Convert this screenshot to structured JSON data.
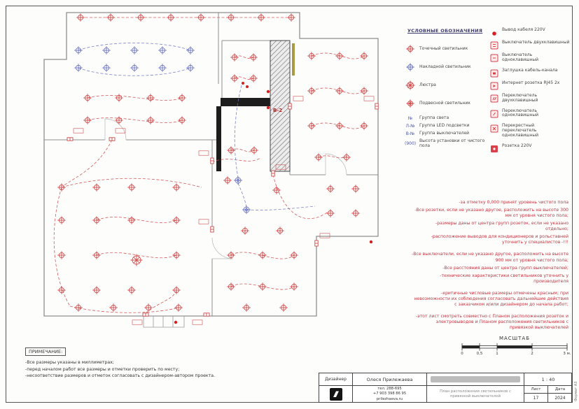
{
  "legend": {
    "title": "УСЛОВНЫЕ ОБОЗНАЧЕНИЯ",
    "left_items": [
      {
        "label": "Точечный светильник"
      },
      {
        "label": "Накладной светильник"
      },
      {
        "label": "Люстра"
      },
      {
        "label": "Подвесной светильник"
      },
      {
        "prefix": "№",
        "label": "Группа света"
      },
      {
        "prefix": "Л-№",
        "label": "Группа LED подсветки"
      },
      {
        "prefix": "В-№",
        "label": "Группа выключателей"
      },
      {
        "prefix": "(900)",
        "label": "Высота установки от чистого пола"
      }
    ],
    "right_items": [
      {
        "label": "Вывод кабеля 220V"
      },
      {
        "label": "Выключатель двухклавишный"
      },
      {
        "label": "Выключатель одноклавишный"
      },
      {
        "label": "Заглушка кабель-канала"
      },
      {
        "label": "Интернет розетка RJ45 2x"
      },
      {
        "label": "Переключатель двухклавишный"
      },
      {
        "label": "Переключатель одноклавишный"
      },
      {
        "label": "Перекрестный переключатель одноклавишный"
      },
      {
        "label": "Розетка 220V"
      }
    ]
  },
  "plan": {
    "labels": {
      "v2": "В-2"
    }
  },
  "notes_red": [
    "-за отметку 0,000 принят уровень чистого пола",
    "-Все розетки, если не указано другое, расположить на высоте 300 мм от уровня чистого пола;",
    "-размеры даны от центра групп розеток, если не указано отдельно;",
    "-расположение выводов для кондиционеров и рольставней уточнить у специалистов -!!!",
    "-Все выключатели, если не указано другое, расположить на высоте 900 мм от уровня чистого пола;",
    "-Все расстояния даны от центра групп выключателей;",
    "-технические характеристики светильников уточнить у производителя",
    "-критичные числовые размеры отмечены красным; при невозможности их соблюдения согласовать дальнейшие действия с заказчиком и/или дизайнером до начала работ;",
    "-этот лист смотреть совместно с Планом расположения розеток и электровыводов и Планом расположения светильников с привязкой выключателей"
  ],
  "scalebar": {
    "title": "МАСШТАБ",
    "ticks": [
      "0",
      "0,5",
      "1",
      "2",
      "3 м."
    ]
  },
  "note_block": {
    "title": "ПРИМЕЧАНИЕ:",
    "lines": [
      "-Все размеры указаны в миллиметрах;",
      "-перед началом работ все размеры и отметки проверить по месту;",
      "-несоответствие размеров и отметок согласовать с дизайнером-автором проекта."
    ]
  },
  "title_block": {
    "designer_label": "Дизайнер",
    "designer_name": "Олеся Прилежаева",
    "phone1": "тел. 288-695",
    "phone2": "+7 903 398 86 95",
    "site": "prilezhaeva.ru",
    "drawing_title": "План расположения светильников с привязкой выключателей",
    "scale_value": "1 : 40",
    "sheet_label": "Лист",
    "sheet_value": "17",
    "date_label": "Дата",
    "date_value": "2024",
    "format_label": "Формат А3"
  }
}
